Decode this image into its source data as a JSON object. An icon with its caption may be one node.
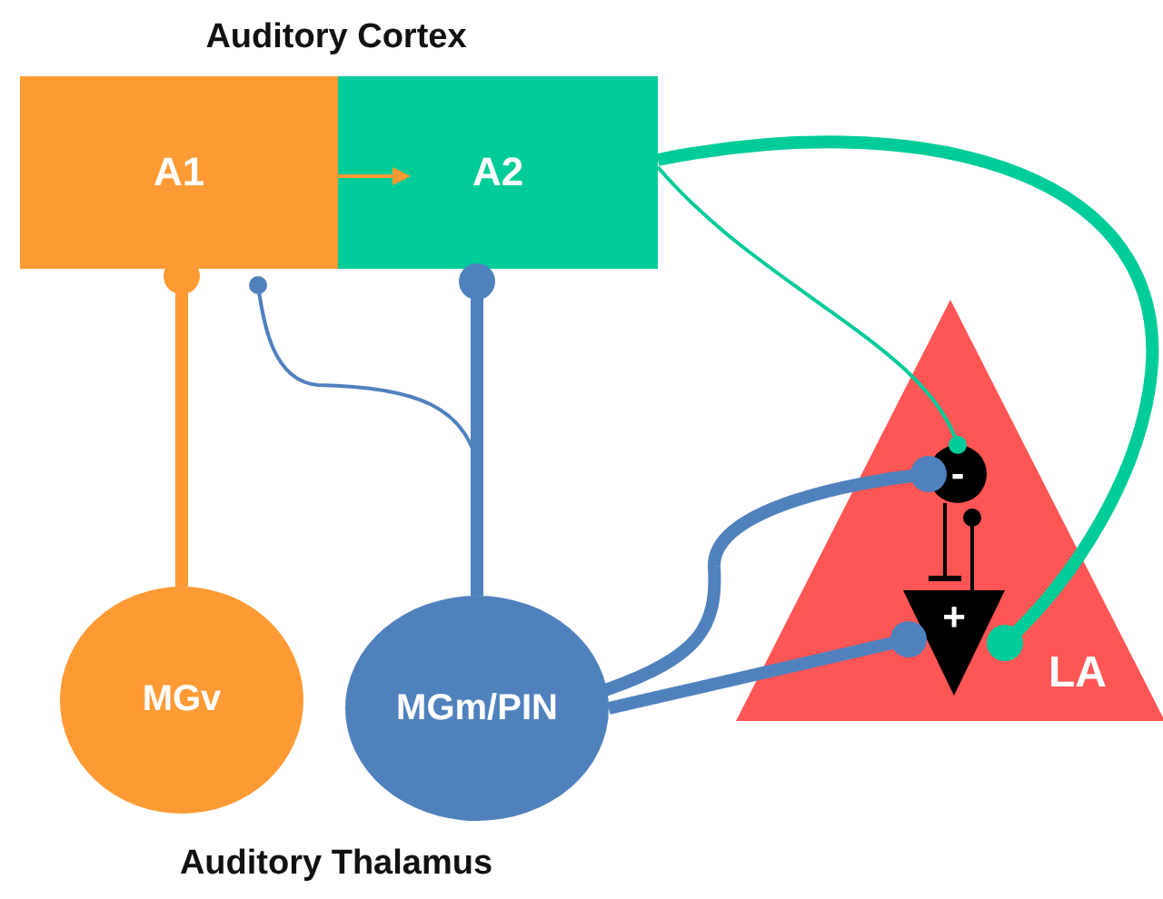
{
  "diagram": {
    "nodes": [
      {
        "text": [
          "A1"
        ]
      },
      {
        "text": [
          "A2"
        ]
      },
      {
        "text": [
          "MGv"
        ]
      },
      {
        "text": [
          "MGm/PIN"
        ]
      },
      {
        "text": [
          "LA"
        ]
      },
      {
        "text": [
          "-"
        ],
        "in": 4
      },
      {
        "text": [
          "+"
        ],
        "in": 4
      }
    ],
    "edges": [
      {
        "from": 0,
        "to": 1,
        "arrow": "to",
        "color": "#fd9a34"
      },
      {
        "from": 2,
        "to": 0,
        "arrow": "other",
        "style": "thick",
        "color": "#fd9a34"
      },
      {
        "from": 3,
        "to": 1,
        "arrow": "other",
        "style": "thick"
      },
      {
        "from": 3,
        "to": 0,
        "arrow": "other"
      },
      {
        "from": 1,
        "to": 5,
        "arrow": "other",
        "color": "#00cc99"
      },
      {
        "from": 1,
        "to": 6,
        "arrow": "other",
        "style": "thick",
        "color": "#00cc99"
      },
      {
        "from": 3,
        "to": 5,
        "arrow": "other",
        "style": "thick"
      },
      {
        "from": 3,
        "to": 6,
        "arrow": "other",
        "style": "thick"
      },
      {
        "from": 5,
        "to": 6,
        "arrow": "other",
        "color": "#000000"
      },
      {
        "from": 6,
        "to": 5,
        "arrow": "other",
        "color": "#000000"
      }
    ],
    "labels": [
      "Auditory Cortex",
      "Auditory Thalamus"
    ]
  }
}
